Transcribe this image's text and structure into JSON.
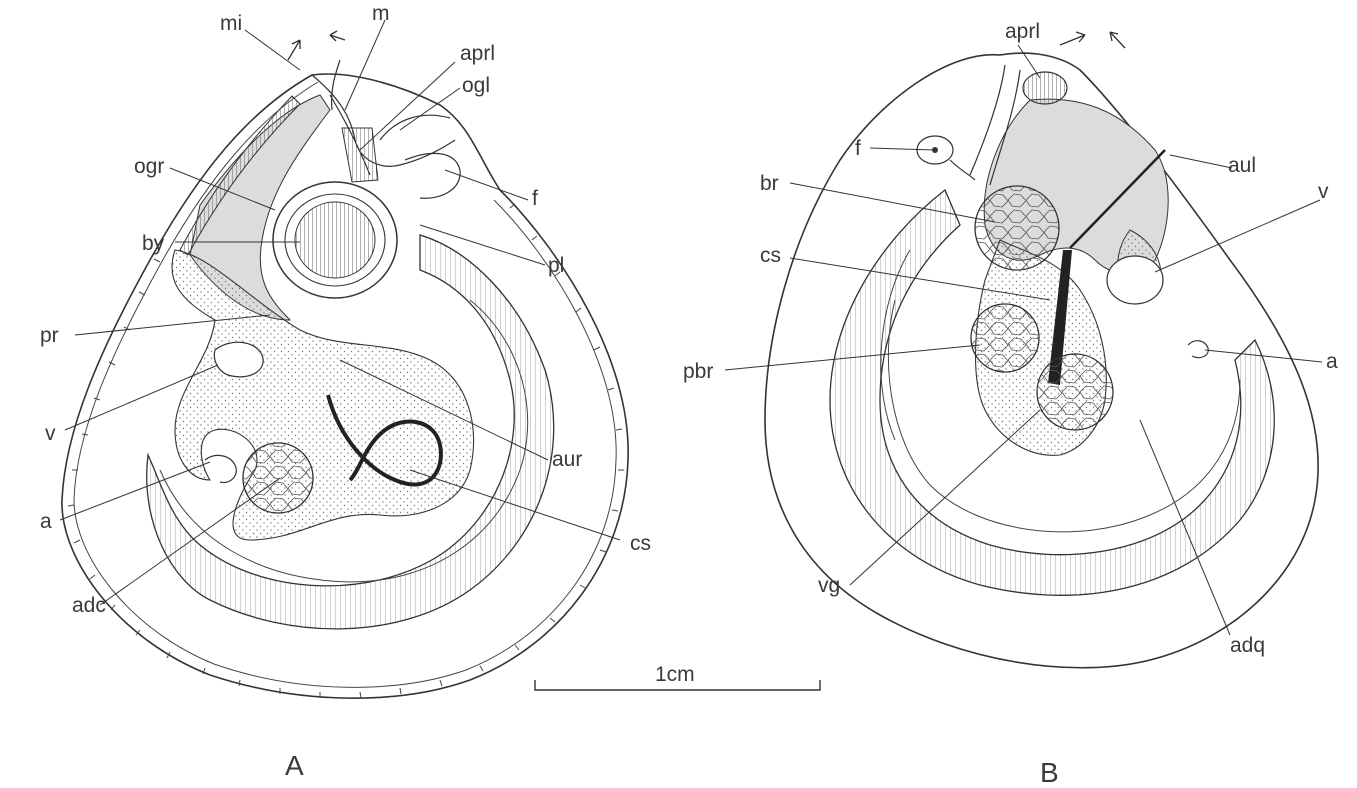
{
  "figure": {
    "colors": {
      "stroke": "#333333",
      "shade": "#dcdcdc",
      "stipple": "#777777",
      "muscle": "#888888",
      "intestine": "#222222"
    },
    "panel_a": {
      "letter": "A",
      "labels": {
        "mi": "mi",
        "m": "m",
        "aprl": "aprl",
        "ogl": "ogl",
        "ogr": "ogr",
        "f": "f",
        "by": "by",
        "pl": "pl",
        "pr": "pr",
        "v": "v",
        "aur": "aur",
        "a": "a",
        "cs": "cs",
        "adc": "adc"
      }
    },
    "panel_b": {
      "letter": "B",
      "labels": {
        "aprl": "aprl",
        "f": "f",
        "aul": "aul",
        "br": "br",
        "v": "v",
        "cs": "cs",
        "a": "a",
        "pbr": "pbr",
        "vg": "vg",
        "adq": "adq"
      }
    },
    "scale_bar": {
      "label": "1cm"
    }
  }
}
